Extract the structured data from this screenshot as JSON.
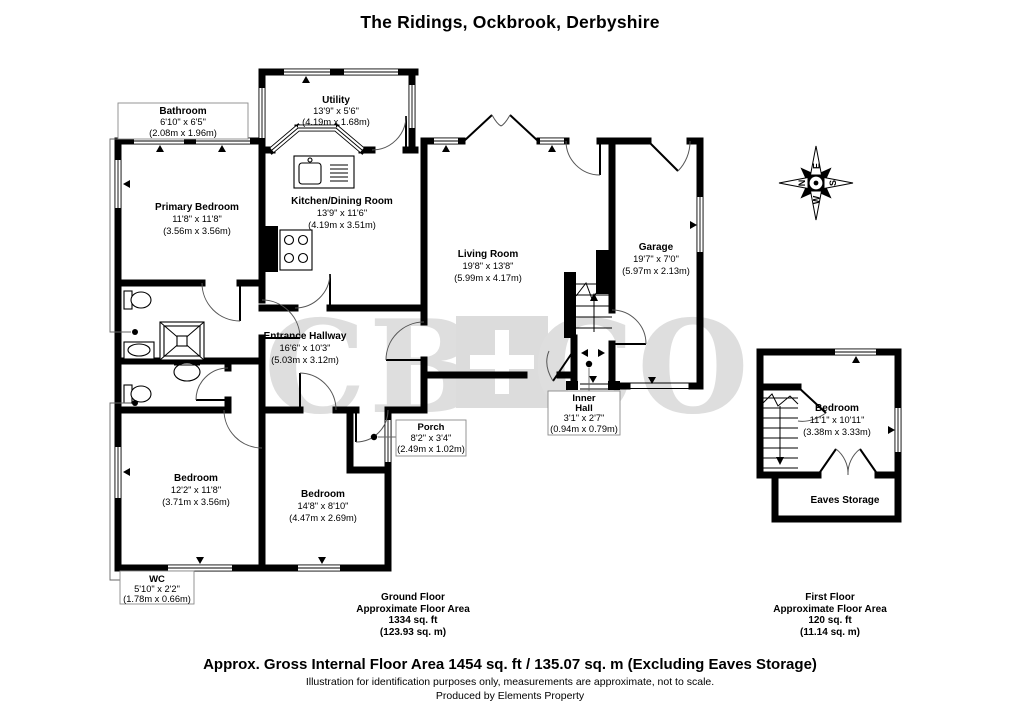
{
  "title": "The Ridings, Ockbrook, Derbyshire",
  "compass": {
    "n": "N",
    "e": "E",
    "s": "S",
    "w": "W"
  },
  "watermark": {
    "left": "CB",
    "right": "CO"
  },
  "colors": {
    "wall": "#000000",
    "watermark_gray": "#dedede",
    "watermark_square": "#dcdcdc",
    "leader": "#666666"
  },
  "rooms": {
    "bathroom": {
      "name": "Bathroom",
      "imperial": "6'10\" x 6'5\"",
      "metric": "(2.08m x 1.96m)"
    },
    "utility": {
      "name": "Utility",
      "imperial": "13'9\" x 5'6\"",
      "metric": "(4.19m x 1.68m)"
    },
    "primary_bedroom": {
      "name": "Primary Bedroom",
      "imperial": "11'8\" x 11'8\"",
      "metric": "(3.56m x 3.56m)"
    },
    "kitchen_dining": {
      "name": "Kitchen/Dining Room",
      "imperial": "13'9\" x 11'6\"",
      "metric": "(4.19m x 3.51m)"
    },
    "living_room": {
      "name": "Living Room",
      "imperial": "19'8\" x 13'8\"",
      "metric": "(5.99m x 4.17m)"
    },
    "garage": {
      "name": "Garage",
      "imperial": "19'7\" x 7'0\"",
      "metric": "(5.97m x 2.13m)"
    },
    "entrance_hallway": {
      "name": "Entrance Hallway",
      "imperial": "16'6\" x 10'3\"",
      "metric": "(5.03m x 3.12m)"
    },
    "porch": {
      "name": "Porch",
      "imperial": "8'2\" x 3'4\"",
      "metric": "(2.49m x 1.02m)"
    },
    "inner_hall": {
      "name_line1": "Inner",
      "name_line2": "Hall",
      "imperial": "3'1\" x 2'7\"",
      "metric": "(0.94m x 0.79m)"
    },
    "bedroom_left": {
      "name": "Bedroom",
      "imperial": "12'2\" x 11'8\"",
      "metric": "(3.71m x 3.56m)"
    },
    "bedroom_middle": {
      "name": "Bedroom",
      "imperial": "14'8\" x 8'10\"",
      "metric": "(4.47m x 2.69m)"
    },
    "wc": {
      "name": "WC",
      "imperial": "5'10\" x 2'2\"",
      "metric": "(1.78m x 0.66m)"
    },
    "first_floor_bedroom": {
      "name": "Bedroom",
      "imperial": "11'1\" x 10'11\"",
      "metric": "(3.38m x 3.33m)"
    },
    "eaves_storage": {
      "name": "Eaves Storage"
    }
  },
  "areas": {
    "ground_floor": {
      "line1": "Ground Floor",
      "line2": "Approximate Floor Area",
      "line3": "1334 sq. ft",
      "line4": "(123.93 sq. m)"
    },
    "first_floor": {
      "line1": "First Floor",
      "line2": "Approximate Floor Area",
      "line3": "120 sq. ft",
      "line4": "(11.14 sq. m)"
    }
  },
  "footer": {
    "line1": "Approx. Gross Internal Floor Area 1454 sq. ft / 135.07 sq. m (Excluding Eaves Storage)",
    "line2": "Illustration for identification purposes only, measurements are approximate, not to scale.",
    "line3": "Produced by Elements Property"
  }
}
